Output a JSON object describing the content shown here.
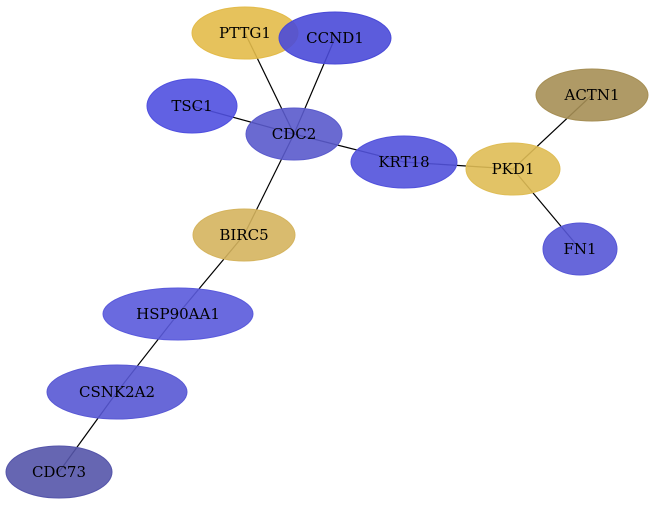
{
  "diagram": {
    "type": "network",
    "nodes": [
      {
        "id": "PTTG1",
        "label": "PTTG1",
        "color": "#e3bb4a"
      },
      {
        "id": "CCND1",
        "label": "CCND1",
        "color": "#4a4ad8"
      },
      {
        "id": "TSC1",
        "label": "TSC1",
        "color": "#5050e0"
      },
      {
        "id": "CDC2",
        "label": "CDC2",
        "color": "#5a5acc"
      },
      {
        "id": "KRT18",
        "label": "KRT18",
        "color": "#5252dc"
      },
      {
        "id": "PKD1",
        "label": "PKD1",
        "color": "#dfbd55"
      },
      {
        "id": "ACTN1",
        "label": "ACTN1",
        "color": "#a68f55"
      },
      {
        "id": "FN1",
        "label": "FN1",
        "color": "#5757d6"
      },
      {
        "id": "BIRC5",
        "label": "BIRC5",
        "color": "#d5b45e"
      },
      {
        "id": "HSP90AA1",
        "label": "HSP90AA1",
        "color": "#5a5adc"
      },
      {
        "id": "CSNK2A2",
        "label": "CSNK2A2",
        "color": "#5858d4"
      },
      {
        "id": "CDC73",
        "label": "CDC73",
        "color": "#5555aa"
      }
    ],
    "edges": [
      {
        "source": "PTTG1",
        "target": "CDC2"
      },
      {
        "source": "CCND1",
        "target": "CDC2"
      },
      {
        "source": "TSC1",
        "target": "CDC2"
      },
      {
        "source": "CDC2",
        "target": "KRT18"
      },
      {
        "source": "CDC2",
        "target": "BIRC5"
      },
      {
        "source": "KRT18",
        "target": "PKD1"
      },
      {
        "source": "PKD1",
        "target": "ACTN1"
      },
      {
        "source": "PKD1",
        "target": "FN1"
      },
      {
        "source": "BIRC5",
        "target": "HSP90AA1"
      },
      {
        "source": "HSP90AA1",
        "target": "CSNK2A2"
      },
      {
        "source": "CSNK2A2",
        "target": "CDC73"
      }
    ]
  }
}
